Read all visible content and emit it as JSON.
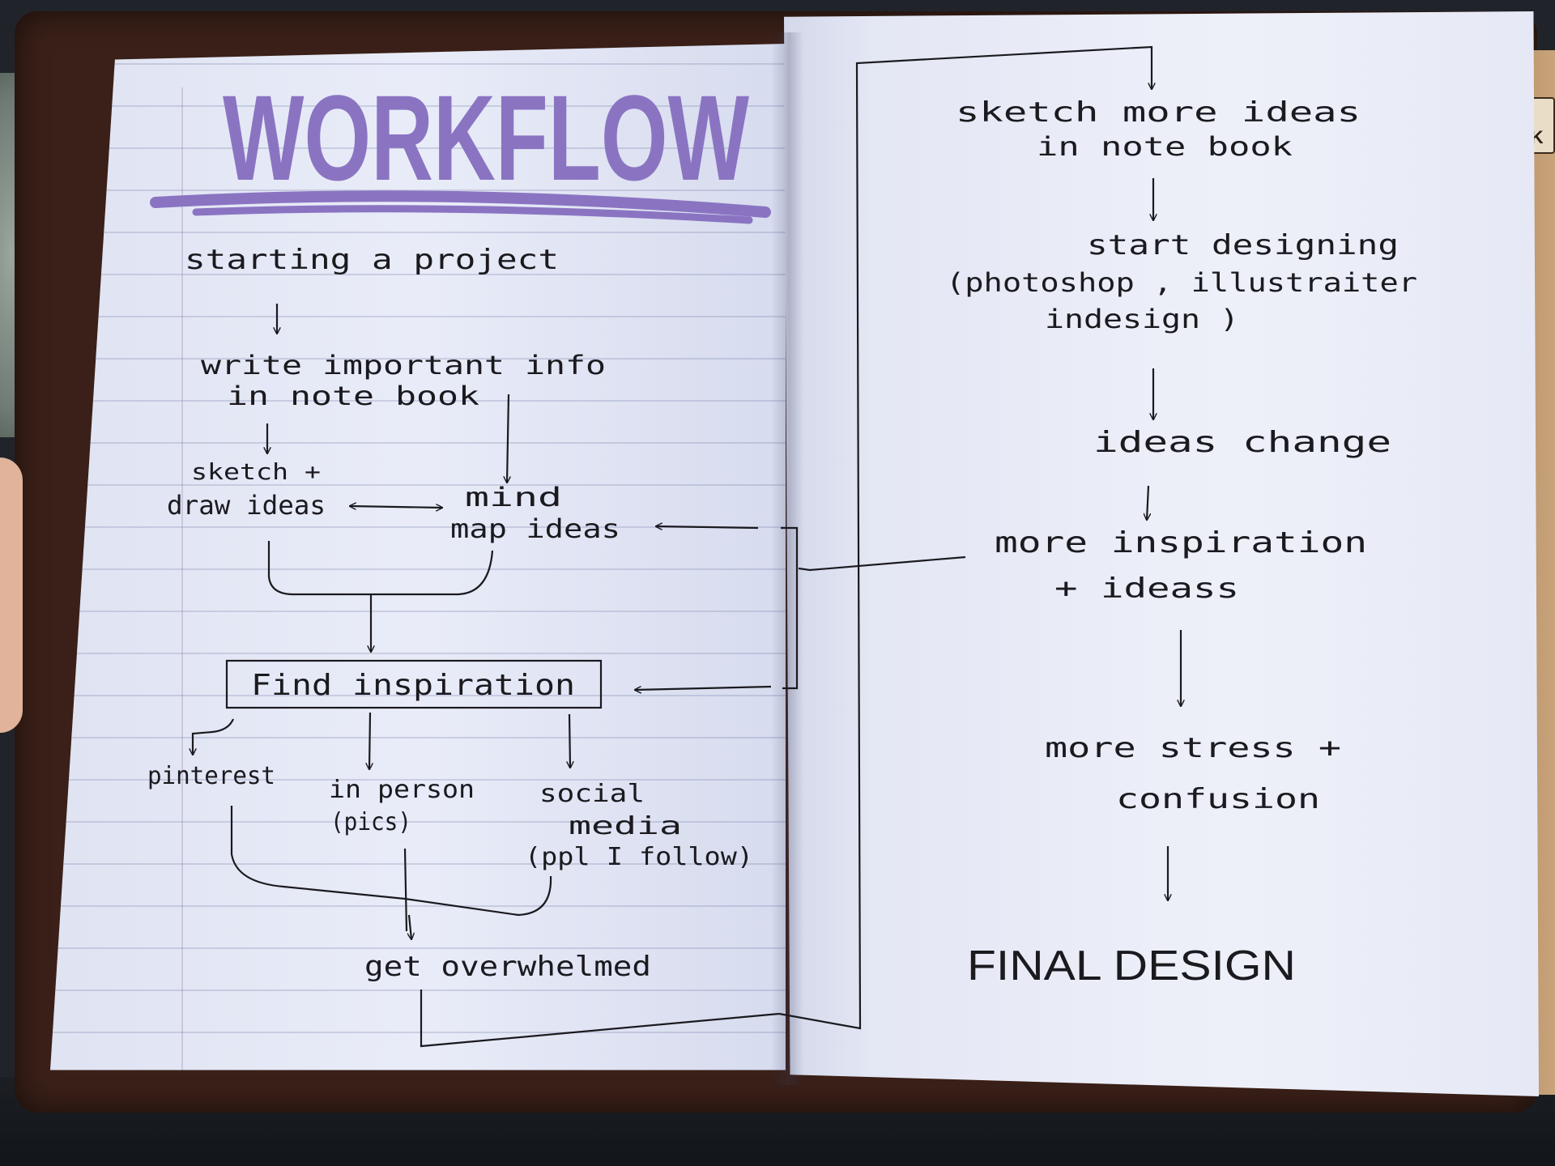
{
  "title": "WORKFLOW",
  "left_page": {
    "start": "starting a project",
    "write_info": [
      "write important info",
      "in note book"
    ],
    "sketch_draw": [
      "sketch +",
      "draw ideas"
    ],
    "mind_map": [
      "mind",
      "map ideas"
    ],
    "find_inspiration": "Find inspiration",
    "pinterest": "pinterest",
    "in_person": [
      "in person",
      "(pics)"
    ],
    "social_media": [
      "social",
      "media",
      "(ppl I follow)"
    ],
    "overwhelmed": "get overwhelmed"
  },
  "right_page": {
    "sketch_more": [
      "sketch more ideas",
      "in note book"
    ],
    "start_designing": [
      "start designing",
      "(photoshop , illustraiter",
      "indesign )"
    ],
    "ideas_change": "ideas change",
    "more_inspiration": [
      "more inspiration",
      "+ ideass"
    ],
    "more_stress": [
      "more stress +",
      "confusion"
    ],
    "final": "FINAL DESIGN"
  },
  "colors": {
    "ink": "#1a1a1f",
    "title_ink": "#8a74c2",
    "page": "#e9ecf8"
  }
}
